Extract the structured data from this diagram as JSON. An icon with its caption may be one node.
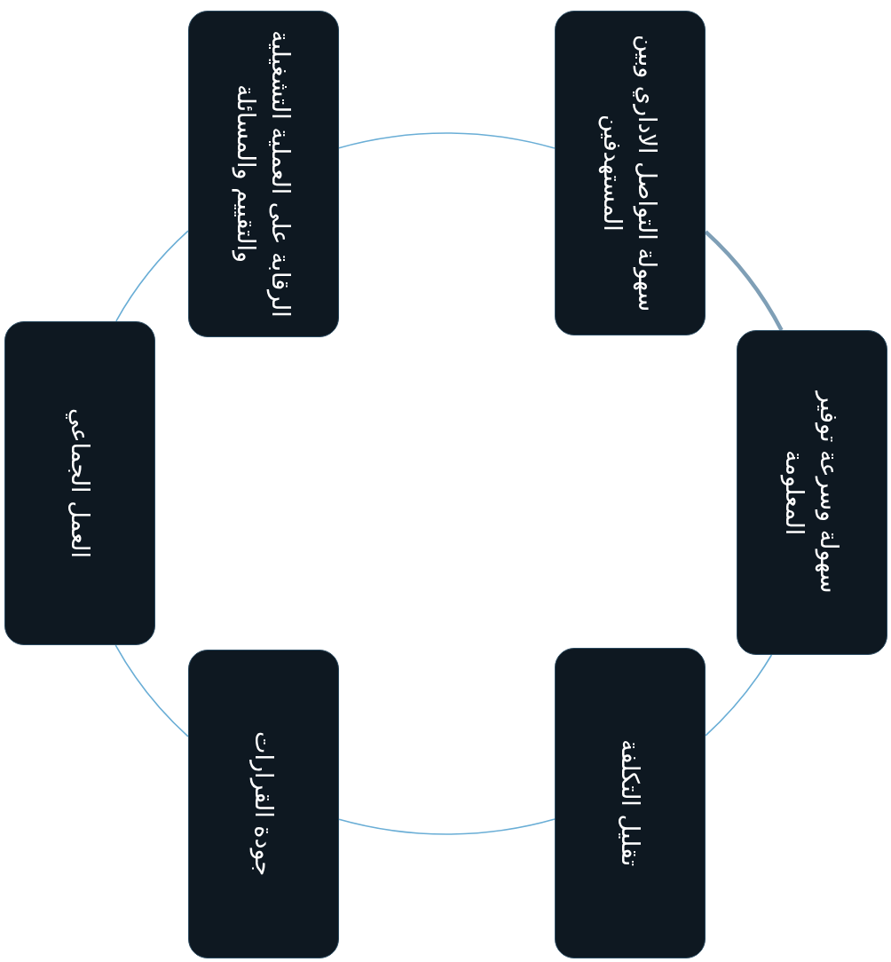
{
  "diagram": {
    "nodes": [
      {
        "text": [
          "سهولة التواصل الاداري وبين المستهدفين"
        ]
      },
      {
        "text": [
          "سهولة وسرعة توفير المعلومة"
        ]
      },
      {
        "text": [
          "تقليل التكلفة"
        ]
      },
      {
        "text": [
          "جودة القرارات"
        ]
      },
      {
        "text": [
          "العمل الجماعي"
        ]
      },
      {
        "text": [
          "الرقابة على العملية التشغيلية والتقييم والمسائلة"
        ]
      }
    ],
    "edges": [
      {
        "from": 0,
        "to": 1,
        "arrow": "none",
        "style": "thick",
        "color": "#7f9fb6"
      },
      {
        "from": 1,
        "to": 2,
        "arrow": "none"
      },
      {
        "from": 2,
        "to": 3,
        "arrow": "none"
      },
      {
        "from": 3,
        "to": 4,
        "arrow": "none"
      },
      {
        "from": 4,
        "to": 5,
        "arrow": "none"
      },
      {
        "from": 5,
        "to": 0,
        "arrow": "none"
      }
    ]
  }
}
